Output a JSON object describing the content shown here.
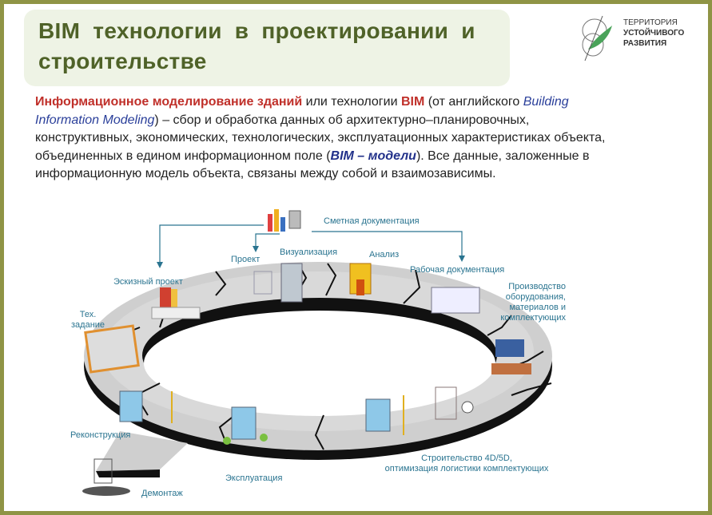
{
  "slide": {
    "title": "BIM технологии в проектировании и строительстве",
    "logo": {
      "line1": "ТЕРРИТОРИЯ",
      "line2": "УСТОЙЧИВОГО",
      "line3": "РАЗВИТИЯ"
    },
    "paragraph": {
      "term": "Информационное моделирование зданий",
      "p1": " или технологии ",
      "bim": "BIM",
      "p2": " (от английского ",
      "english": "Building Information Modeling",
      "p3": ") – сбор и обработка данных об архитектурно–планировочных, конструктивных, экономических, технологических, эксплуатационных характеристиках объекта, объединенных в едином информационном поле (",
      "bim_model": "BIM – модели",
      "p4": "). Все данные, заложенные в информационную модель объекта, связаны между собой и взаимозависимы."
    },
    "colors": {
      "frame": "#8f9445",
      "title": "#4f6228",
      "label": "#2a7490",
      "accent_red": "#c0302a"
    }
  },
  "diagram": {
    "labels": {
      "estimate": "Сметная документация",
      "project": "Проект",
      "visualization": "Визуализация",
      "analysis": "Анализ",
      "working_docs": "Рабочая документация",
      "production_1": "Производство",
      "production_2": "оборудования,",
      "production_3": "материалов и",
      "production_4": "комплектующих",
      "sketch": "Эскизный проект",
      "tech_1": "Тех.",
      "tech_2": "задание",
      "reconstruction": "Реконструкция",
      "operation": "Эксплуатация",
      "demolition": "Демонтаж",
      "construction_1": "Строительство 4D/5D,",
      "construction_2": "оптимизация логистики комплектующих"
    }
  }
}
